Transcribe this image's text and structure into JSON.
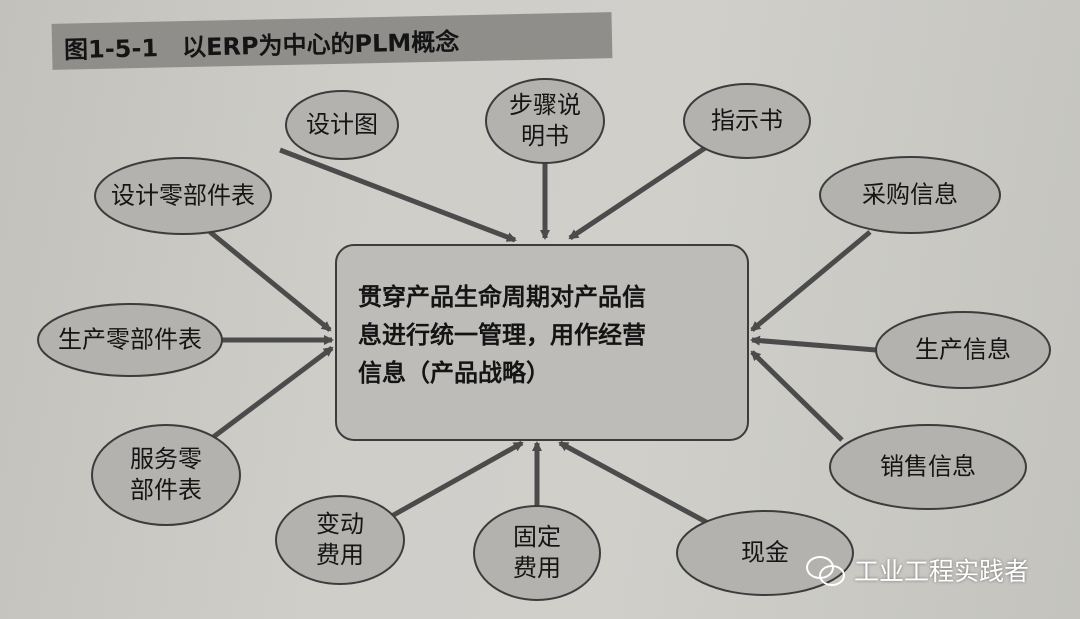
{
  "figure_title": "图1-5-1　以ERP为中心的PLM概念",
  "center": {
    "lines": [
      "贯穿产品生命周期对产品信",
      "息进行统一管理，用作经营",
      "信息（产品战略）"
    ]
  },
  "nodes": [
    {
      "id": "design-drawing",
      "lines": [
        "设计图"
      ]
    },
    {
      "id": "step-description",
      "lines": [
        "步骤说",
        "明书"
      ]
    },
    {
      "id": "instruction-book",
      "lines": [
        "指示书"
      ]
    },
    {
      "id": "design-parts-list",
      "lines": [
        "设计零部件表"
      ]
    },
    {
      "id": "purchasing-info",
      "lines": [
        "采购信息"
      ]
    },
    {
      "id": "production-parts-list",
      "lines": [
        "生产零部件表"
      ]
    },
    {
      "id": "production-info",
      "lines": [
        "生产信息"
      ]
    },
    {
      "id": "service-parts-list",
      "lines": [
        "服务零",
        "部件表"
      ]
    },
    {
      "id": "sales-info",
      "lines": [
        "销售信息"
      ]
    },
    {
      "id": "variable-cost",
      "lines": [
        "变动",
        "费用"
      ]
    },
    {
      "id": "fixed-cost",
      "lines": [
        "固定",
        "费用"
      ]
    },
    {
      "id": "cash",
      "lines": [
        "现金"
      ]
    }
  ],
  "watermark": {
    "text": "工业工程实践者",
    "icon": "wechat-icon"
  },
  "colors": {
    "node_fill": "#b3b2ae",
    "center_fill": "#bdbcb8",
    "stroke": "#3c3c3c",
    "arrow": "#4b4b4b"
  }
}
